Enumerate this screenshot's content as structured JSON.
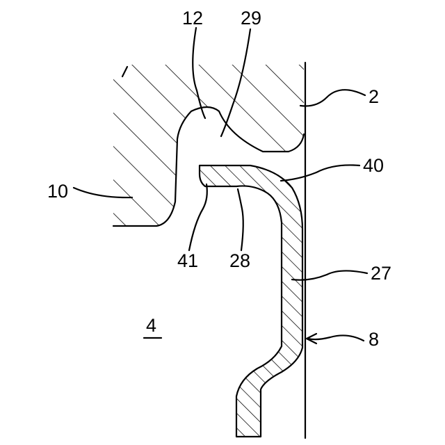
{
  "labels": {
    "l10": "10",
    "l12": "12",
    "l29": "29",
    "l2": "2",
    "l40": "40",
    "l41": "41",
    "l28": "28",
    "l27": "27",
    "l4": "4",
    "l8": "8"
  },
  "colors": {
    "ink": "#000000",
    "paper": "#ffffff"
  }
}
